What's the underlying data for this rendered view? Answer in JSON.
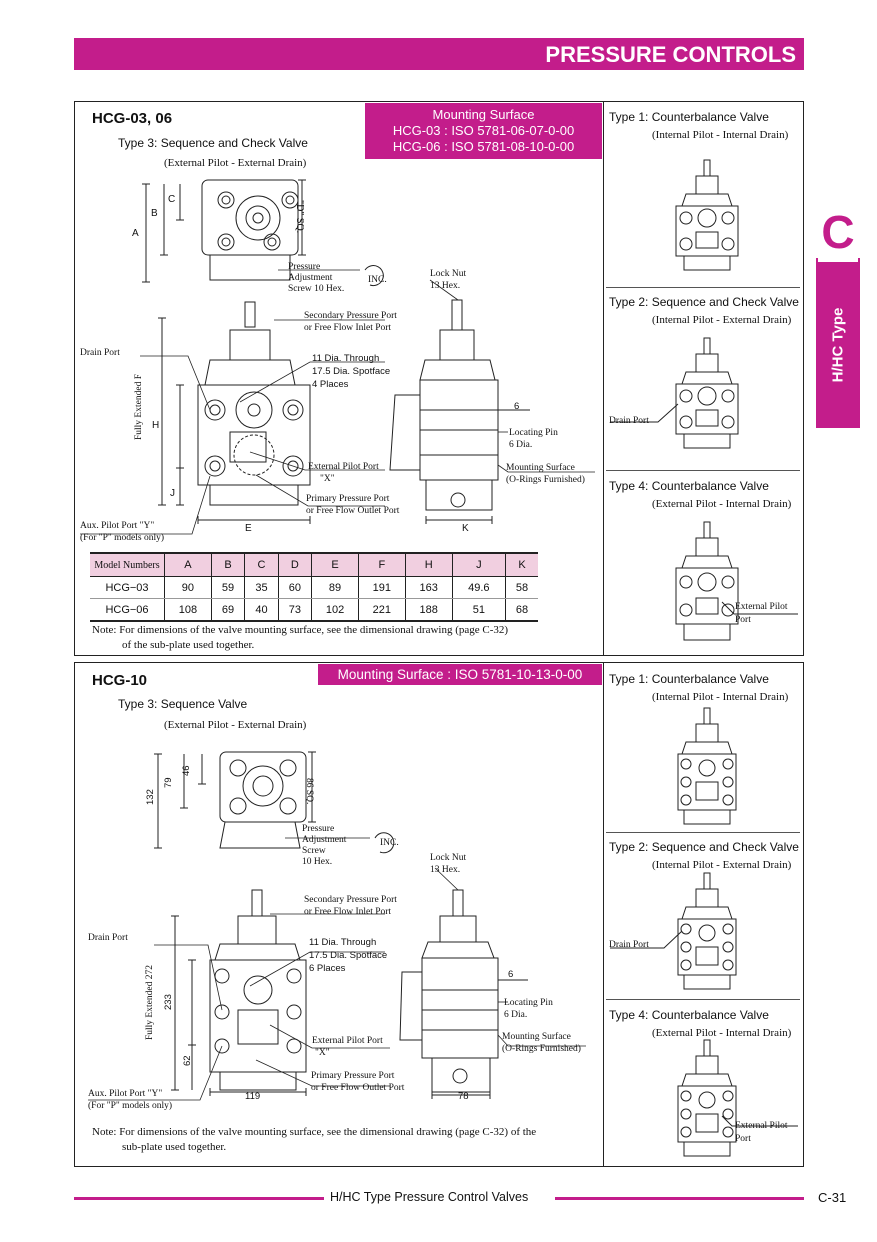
{
  "header": {
    "title": "PRESSURE CONTROLS"
  },
  "side_tab": {
    "letter": "C",
    "label": "H/HC Type"
  },
  "section1": {
    "title": "HCG-03, 06",
    "mounting": {
      "heading": "Mounting Surface",
      "line1": "HCG-03 : ISO 5781-06-07-0-00",
      "line2": "HCG-06 : ISO 5781-08-10-0-00"
    },
    "type": "Type 3: Sequence and Check Valve",
    "pilot": "(External Pilot - External Drain)",
    "labels": {
      "pressure_adj": "Pressure\nAdjustment\nScrew 10 Hex.",
      "inc": "INC.",
      "lock_nut": "Lock Nut",
      "lock_hex": "13 Hex.",
      "secondary": "Secondary Pressure Port",
      "secondary2": "or Free Flow Inlet Port",
      "through": "11 Dia. Through",
      "spotface": "17.5 Dia. Spotface",
      "places": "4 Places",
      "drain": "Drain Port",
      "fully": "Fully Extended F",
      "ext_pilot": "External Pilot Port",
      "x": "\"X\"",
      "primary": "Primary Pressure Port",
      "primary2": "or Free Flow Outlet Port",
      "aux": "Aux. Pilot Port \"Y\"",
      "aux2": "(For \"P\" models only)",
      "six": "6",
      "locating": "Locating Pin",
      "six_dia": "6 Dia.",
      "mount_surf": "Mounting Surface",
      "orings": "(O-Rings Furnished)",
      "A": "A",
      "B": "B",
      "C": "C",
      "D": "\"D\" SQ.",
      "H": "H",
      "J": "J",
      "E": "E",
      "K": "K"
    },
    "table": {
      "headers": [
        "Model Numbers",
        "A",
        "B",
        "C",
        "D",
        "E",
        "F",
        "H",
        "J",
        "K"
      ],
      "rows": [
        [
          "HCG−03",
          "90",
          "59",
          "35",
          "60",
          "89",
          "191",
          "163",
          "49.6",
          "58"
        ],
        [
          "HCG−06",
          "108",
          "69",
          "40",
          "73",
          "102",
          "221",
          "188",
          "51",
          "68"
        ]
      ]
    },
    "note": "Note: For dimensions of the valve mounting surface, see the dimensional drawing (page C-32)",
    "note2": "of the sub-plate used together."
  },
  "side1": [
    {
      "title": "Type 1: Counterbalance Valve",
      "pilot": "(Internal Pilot - Internal Drain)"
    },
    {
      "title": "Type 2: Sequence and Check Valve",
      "pilot": "(Internal Pilot - External Drain)",
      "port": "Drain Port"
    },
    {
      "title": "Type 4: Counterbalance Valve",
      "pilot": "(External Pilot - Internal Drain)",
      "port": "External Pilot",
      "port2": "Port"
    }
  ],
  "section2": {
    "title": "HCG-10",
    "mounting": "Mounting Surface : ISO 5781-10-13-0-00",
    "type": "Type 3: Sequence Valve",
    "pilot": "(External Pilot - External Drain)",
    "labels": {
      "pressure_adj": "Pressure\nAdjustment\nScrew\n10 Hex.",
      "inc": "INC.",
      "lock_nut": "Lock Nut",
      "lock_hex": "13 Hex.",
      "secondary": "Secondary Pressure Port",
      "secondary2": "or Free Flow Inlet Port",
      "through": "11 Dia. Through",
      "spotface": "17.5 Dia. Spotface",
      "places": "6 Places",
      "drain": "Drain Port",
      "fully": "Fully Extended 272",
      "ext_pilot": "External Pilot Port",
      "x": "\"X\"",
      "primary": "Primary Pressure Port",
      "primary2": "or Free Flow Outlet Port",
      "aux": "Aux. Pilot Port \"Y\"",
      "aux2": "(For \"P\" models only)",
      "six": "6",
      "locating": "Locating Pin",
      "six_dia": "6 Dia.",
      "mount_surf": "Mounting Surface",
      "orings": "(O-Rings Furnished)",
      "d132": "132",
      "d79": "79",
      "d46": "46",
      "dsq": "86 SQ.",
      "d233": "233",
      "d62": "62",
      "d119": "119",
      "d78": "78"
    },
    "note": "Note: For dimensions of the valve mounting surface, see the dimensional drawing (page C-32) of the",
    "note2": "sub-plate used together."
  },
  "side2": [
    {
      "title": "Type 1: Counterbalance Valve",
      "pilot": "(Internal Pilot - Internal Drain)"
    },
    {
      "title": "Type 2: Sequence and Check Valve",
      "pilot": "(Internal Pilot - External Drain)",
      "port": "Drain Port"
    },
    {
      "title": "Type 4: Counterbalance Valve",
      "pilot": "(External Pilot - Internal Drain)",
      "port": "External Pilot",
      "port2": "Port"
    }
  ],
  "footer": {
    "title": "H/HC Type Pressure Control Valves",
    "page": "C-31"
  }
}
